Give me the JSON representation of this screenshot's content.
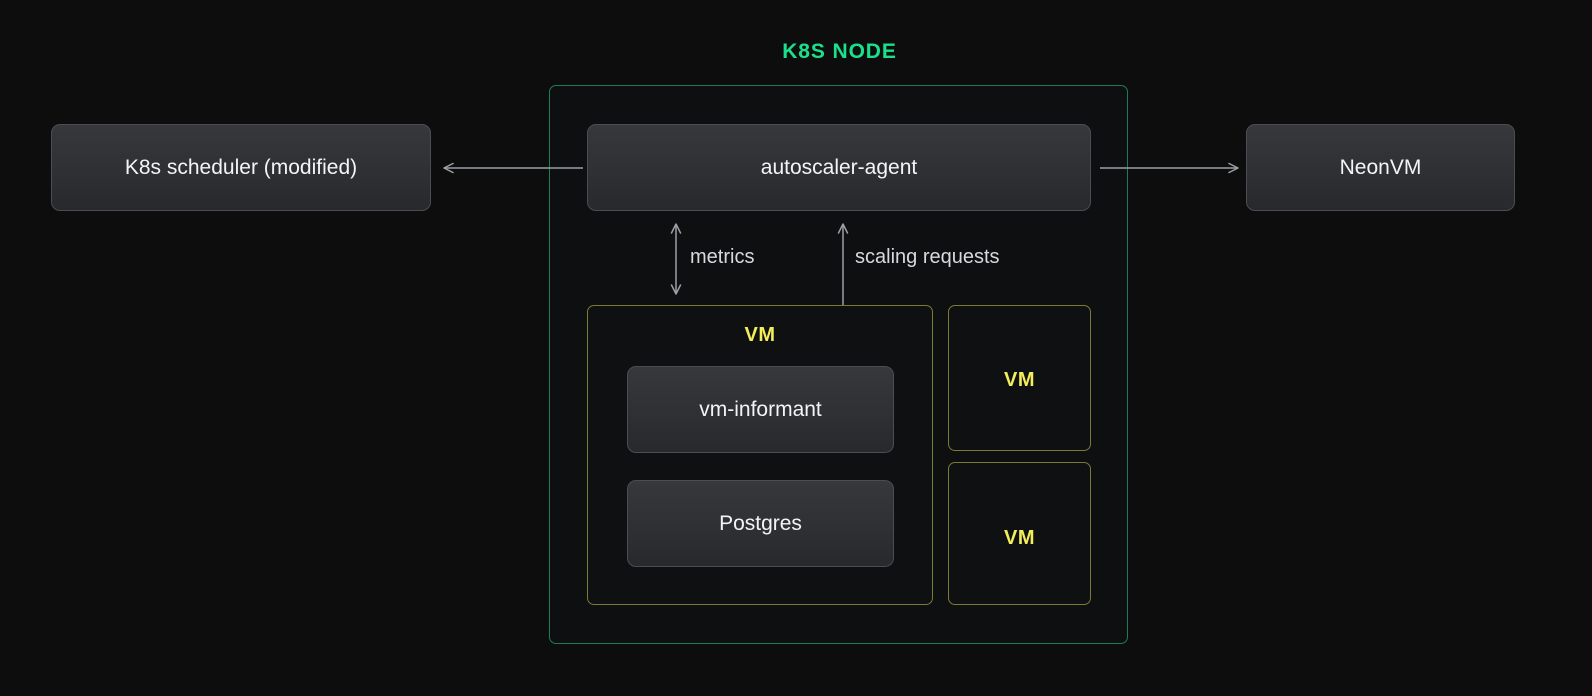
{
  "diagram": {
    "title": "K8S NODE",
    "title_color": "#19e18b",
    "background_color": "#0d0d0e"
  },
  "node_container": {
    "label": "K8S NODE",
    "border_color": "#1f7a58"
  },
  "components": {
    "scheduler": "K8s scheduler (modified)",
    "autoscaler_agent": "autoscaler-agent",
    "neonvm": "NeonVM",
    "vm_informant": "vm-informant",
    "postgres": "Postgres"
  },
  "vms": {
    "main_label": "VM",
    "second_label": "VM",
    "third_label": "VM",
    "border_color": "#7d7a33",
    "label_color": "#f2ed5a"
  },
  "connections": {
    "metrics_label": "metrics",
    "scaling_label": "scaling requests",
    "arrow_color": "#9aa0a6",
    "scheduler_arrow_direction": "left",
    "neonvm_arrow_direction": "right",
    "metrics_arrow_direction": "bidirectional",
    "scaling_arrow_direction": "bidirectional"
  }
}
